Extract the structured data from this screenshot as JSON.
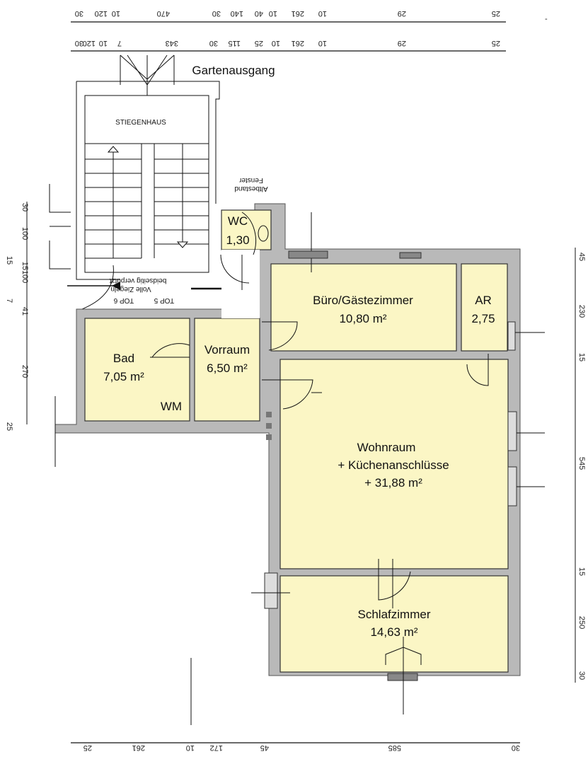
{
  "plan": {
    "garden_exit": "Gartenausgang",
    "stairwell": "STIEGENHAUS",
    "window_note_line1": "Altbestand",
    "window_note_line2": "Fenster",
    "top5": "TOP 5",
    "top6": "TOP 6",
    "wall_note_line1": "Volle Ziegeln",
    "wall_note_line2": "beidseitig verputzt"
  },
  "rooms": [
    {
      "id": "wc",
      "name": "WC",
      "area": "1,30"
    },
    {
      "id": "office",
      "name": "Büro/Gästezimmer",
      "area": "10,80 m²"
    },
    {
      "id": "storage",
      "name": "AR",
      "area": "2,75"
    },
    {
      "id": "bath",
      "name": "Bad",
      "area": "7,05 m²",
      "extra": "WM"
    },
    {
      "id": "hall",
      "name": "Vorraum",
      "area": "6,50 m²"
    },
    {
      "id": "living",
      "name": "Wohnraum",
      "line2": "+ Küchenanschlüsse",
      "area": "+ 31,88 m²"
    },
    {
      "id": "bedroom",
      "name": "Schlafzimmer",
      "area": "14,63 m²"
    }
  ],
  "dimensions": {
    "top1": [
      "25",
      "29",
      "10",
      "261",
      "10",
      "40",
      "140",
      "30",
      "470",
      "10",
      "120",
      "30"
    ],
    "top2": [
      "25",
      "29",
      "10",
      "261",
      "10",
      "25",
      "115",
      "30",
      "343",
      "7",
      "10",
      "120",
      "30"
    ],
    "left": [
      "30",
      "100",
      "15",
      "15100",
      "7",
      "41",
      "270",
      "25"
    ],
    "right": [
      "45",
      "230",
      "15",
      "545",
      "15",
      "250",
      "30"
    ],
    "bottom": [
      "25",
      "261",
      "10",
      "172",
      "45",
      "585",
      "30"
    ]
  }
}
